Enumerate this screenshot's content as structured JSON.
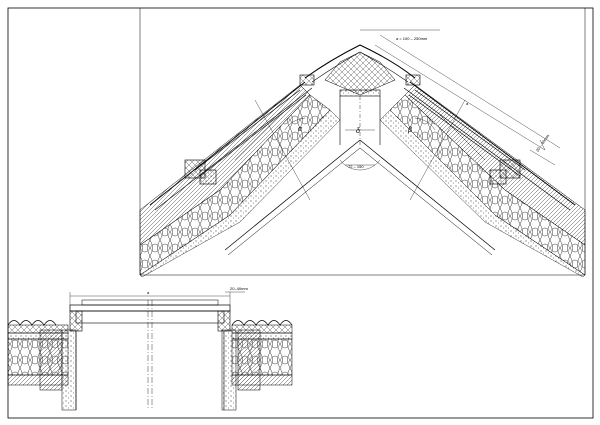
{
  "labels": {
    "ridge_offset": "a = 100 – 250mm",
    "length_a": "a",
    "angle_alpha": "α",
    "angle_delta": "δ",
    "angle_beta": "β",
    "apex_angle": "72 – 150",
    "side_dim": "20 – 40mm",
    "flat_width": "a",
    "flat_side_dim": "20–40mm"
  },
  "colors": {
    "line": "#000000",
    "paper": "#ffffff"
  }
}
